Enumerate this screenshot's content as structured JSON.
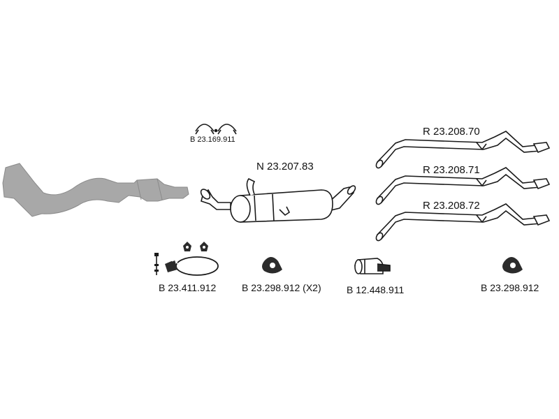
{
  "parts": {
    "downpipe": {
      "icon": "exhaust-downpipe-gray"
    },
    "flange_gaskets": {
      "label": "B 23.169.911"
    },
    "center_muffler": {
      "label": "N 23.207.83"
    },
    "tailpipe_1": {
      "label": "R 23.208.70"
    },
    "tailpipe_2": {
      "label": "R 23.208.71"
    },
    "tailpipe_3": {
      "label": "R 23.208.72"
    },
    "mounting_kit": {
      "label": "B 23.411.912"
    },
    "rubber_hanger_x2": {
      "label": "B 23.298.912 (X2)"
    },
    "pipe_clamp": {
      "label": "B 12.448.911"
    },
    "rubber_hanger": {
      "label": "B 23.298.912"
    }
  },
  "colors": {
    "line": "#1a1a1a",
    "part_fill": "#ffffff",
    "downpipe_fill": "#a8a8a8",
    "dark_rubber": "#2b2b2b"
  }
}
